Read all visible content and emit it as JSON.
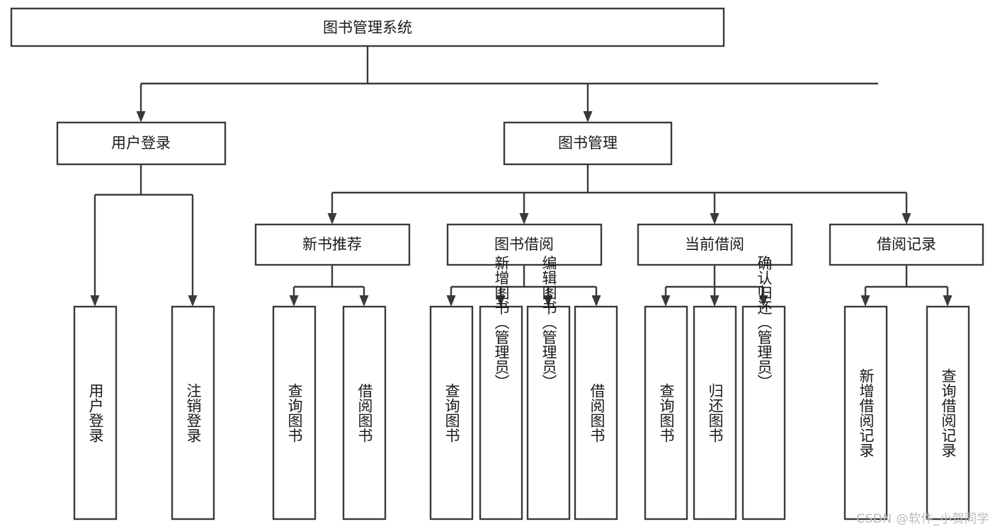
{
  "diagram": {
    "title": "图书管理系统",
    "type": "hierarchy-tree",
    "watermark": "CSDN @软件_小贺同学",
    "colors": {
      "box_stroke": "#3a3a3a",
      "box_fill": "#ffffff",
      "text": "#1a1a1a",
      "connector": "#3a3a3a",
      "watermark": "#b9b9b9",
      "background": "#ffffff"
    },
    "levels": {
      "root": {
        "label": "图书管理系统"
      },
      "level1": [
        {
          "id": "user-login",
          "label": "用户登录"
        },
        {
          "id": "book-management",
          "label": "图书管理"
        }
      ],
      "level2": [
        {
          "id": "new-book-recommend",
          "label": "新书推荐",
          "parent": "book-management"
        },
        {
          "id": "book-borrow",
          "label": "图书借阅",
          "parent": "book-management"
        },
        {
          "id": "current-borrow",
          "label": "当前借阅",
          "parent": "book-management"
        },
        {
          "id": "borrow-record",
          "label": "借阅记录",
          "parent": "book-management"
        }
      ],
      "leaves": [
        {
          "id": "leaf-user-login",
          "label": "用户登录",
          "parent": "user-login"
        },
        {
          "id": "leaf-logout",
          "label": "注销登录",
          "parent": "user-login"
        },
        {
          "id": "leaf-query-book-1",
          "label": "查询图书",
          "parent": "new-book-recommend"
        },
        {
          "id": "leaf-borrow-book-1",
          "label": "借阅图书",
          "parent": "new-book-recommend"
        },
        {
          "id": "leaf-query-book-2",
          "label": "查询图书",
          "parent": "book-borrow"
        },
        {
          "id": "leaf-add-book",
          "label": "新增图书（管理员）",
          "parent": "book-borrow"
        },
        {
          "id": "leaf-edit-book",
          "label": "编辑图书（管理员）",
          "parent": "book-borrow"
        },
        {
          "id": "leaf-borrow-book-2",
          "label": "借阅图书",
          "parent": "book-borrow"
        },
        {
          "id": "leaf-query-book-3",
          "label": "查询图书",
          "parent": "current-borrow"
        },
        {
          "id": "leaf-return-book",
          "label": "归还图书",
          "parent": "current-borrow"
        },
        {
          "id": "leaf-confirm-return",
          "label": "确认归还（管理员）",
          "parent": "current-borrow"
        },
        {
          "id": "leaf-add-record",
          "label": "新增借阅记录",
          "parent": "borrow-record"
        },
        {
          "id": "leaf-query-record",
          "label": "查询借阅记录",
          "parent": "borrow-record"
        }
      ]
    }
  }
}
